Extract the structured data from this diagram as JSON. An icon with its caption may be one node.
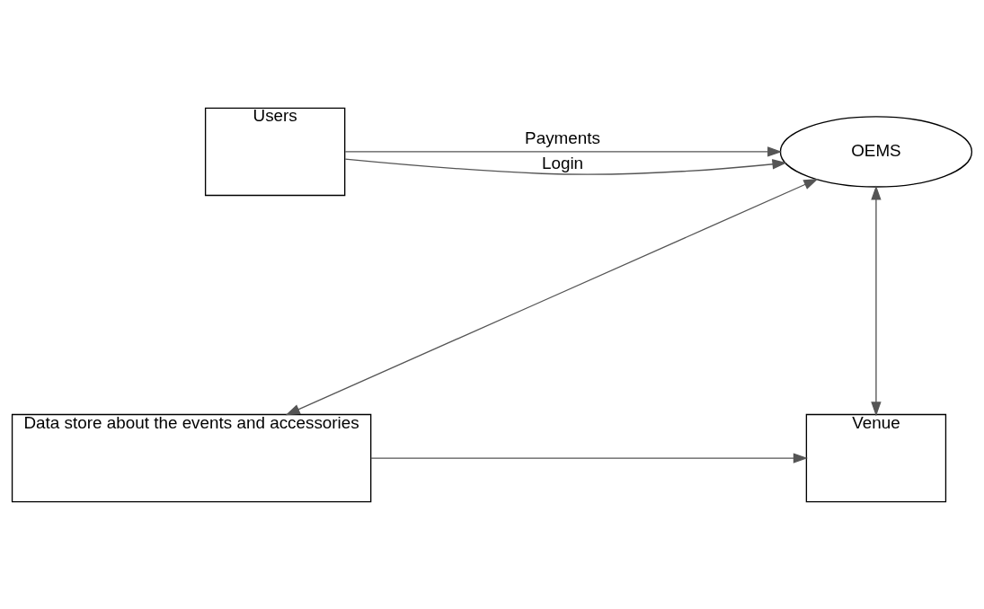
{
  "diagram": {
    "nodes": [
      {
        "text": [
          "Users"
        ]
      },
      {
        "text": [
          "OEMS"
        ]
      },
      {
        "text": [
          "Venue"
        ]
      },
      {
        "text": [
          "Data store about the events and accessories"
        ]
      }
    ],
    "edges": [
      {
        "from": 0,
        "to": 1,
        "arrow": "to",
        "label": "Login"
      },
      {
        "from": 0,
        "to": 1,
        "arrow": "to",
        "label": "Payments"
      },
      {
        "from": 1,
        "to": 2,
        "arrow": "both"
      },
      {
        "from": 1,
        "to": 3,
        "arrow": "both"
      },
      {
        "from": 3,
        "to": 2,
        "arrow": "to"
      }
    ]
  }
}
